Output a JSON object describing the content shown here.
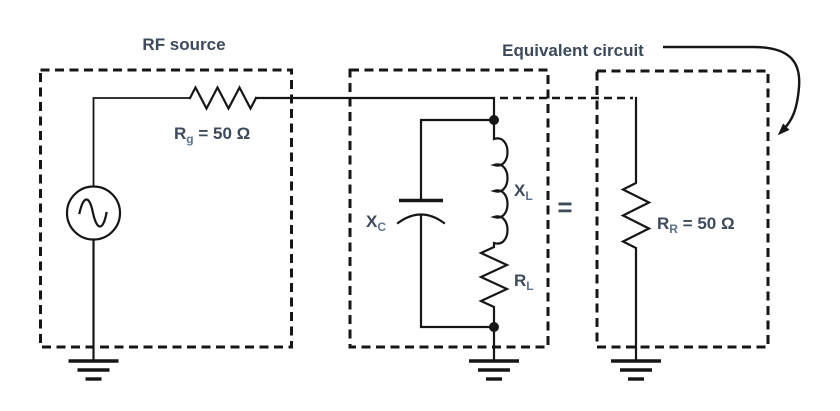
{
  "figure": {
    "title_left": "RF source",
    "title_right": "Equivalent circuit",
    "equals_sign": "=",
    "components": {
      "rg": {
        "base": "R",
        "sub": "g",
        "suffix": " = 50 Ω"
      },
      "xc": {
        "base": "X",
        "sub": "C"
      },
      "xl": {
        "base": "X",
        "sub": "L"
      },
      "rl": {
        "base": "R",
        "sub": "L"
      },
      "rr": {
        "base": "R",
        "sub": "R",
        "suffix": " = 50 Ω"
      }
    },
    "symbols": {
      "ac_source": "ac-source (circle with sine wave)",
      "resistor_rg": "zigzag-resistor",
      "capacitor_xc": "curved-plate-capacitor",
      "inductor_xl": "coil-inductor",
      "resistor_rl": "zigzag-resistor",
      "resistor_rr": "zigzag-resistor",
      "ground": "earth-ground",
      "pointer": "curved-arrow"
    },
    "colors": {
      "line": "#161616",
      "label_text": "#3d4a5c",
      "background": "#ffffff"
    }
  }
}
